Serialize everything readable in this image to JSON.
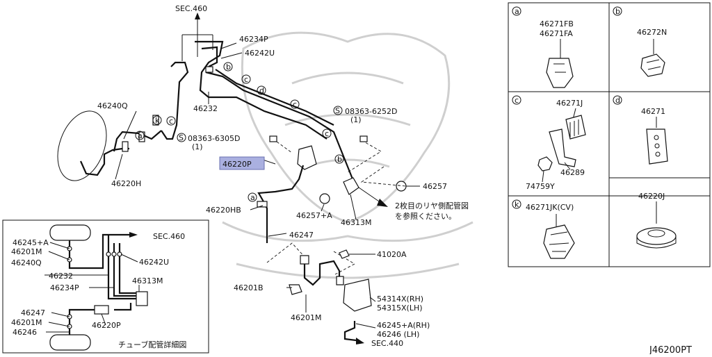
{
  "callouts": {
    "sec460_top": "SEC.460",
    "p46234P": "46234P",
    "p46242U": "46242U",
    "p46240Q": "46240Q",
    "p46232": "46232",
    "p08363_6305D": "08363-6305D",
    "qty1_a": "(1)",
    "p08363_6252D": "08363-6252D",
    "qty1_b": "(1)",
    "p46220P": "46220P",
    "p46220H": "46220H",
    "p46220HB": "46220HB",
    "p46257A": "46257+A",
    "p46313M": "46313M",
    "p46257": "46257",
    "note_line1": "2枚目のリヤ側配管図",
    "note_line2": "を参照ください。",
    "p46247": "46247",
    "p41020A": "41020A",
    "p46201B": "46201B",
    "p54314X": "54314X(RH)",
    "p54315X": "54315X(LH)",
    "p46201M": "46201M",
    "p46245A_RH": "46245+A(RH)",
    "p46246_LH": "46246   (LH)",
    "sec440": "SEC.440"
  },
  "letters": {
    "a": "a",
    "b": "b",
    "c": "c",
    "d": "d",
    "k": "k",
    "s": "S"
  },
  "inset": {
    "p46245A": "46245+A",
    "p46201M_1": "46201M",
    "p46240Q": "46240Q",
    "sec460": "SEC.460",
    "p46242U": "46242U",
    "p46232": "46232",
    "p46313M": "46313M",
    "p46234P": "46234P",
    "p46247": "46247",
    "p46201M_2": "46201M",
    "p46220P": "46220P",
    "p46246": "46246",
    "caption": "チューブ配管詳細図"
  },
  "panels": {
    "a": {
      "letter": "a",
      "line1": "46271FB",
      "line2": "46271FA"
    },
    "b": {
      "letter": "b",
      "part": "46272N"
    },
    "c": {
      "letter": "c",
      "p1": "46271J",
      "p2": "46289",
      "p3": "74759Y"
    },
    "d": {
      "letter": "d",
      "part": "46271"
    },
    "j": {
      "part": "46220J"
    },
    "k": {
      "letter": "k",
      "part": "46271JK(CV)"
    }
  },
  "diagram_code": "J46200PT",
  "colors": {
    "highlight": "#aab0e0",
    "line": "#111111",
    "watermark": "#cfcfcf"
  }
}
